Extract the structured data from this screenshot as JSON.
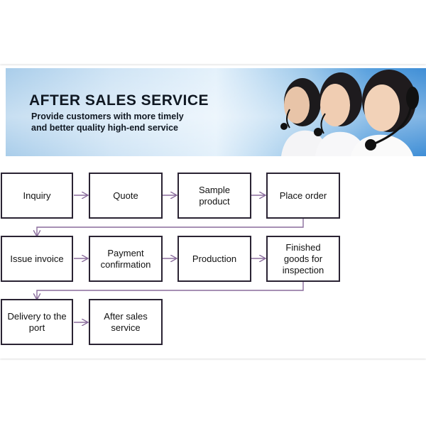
{
  "banner": {
    "title": "AFTER SALES SERVICE",
    "subtitle_line1": "Provide customers with more timely",
    "subtitle_line2": "and better quality high-end service"
  },
  "flow": {
    "steps": [
      "Inquiry",
      "Quote",
      "Sample product",
      "Place order",
      "Issue invoice",
      "Payment confirmation",
      "Production",
      "Finished goods for inspection",
      "Delivery to the port",
      "After sales service"
    ]
  },
  "colors": {
    "box_border": "#2a2333",
    "arrow": "#8a6c9c",
    "banner_blue": "#3f8ed6"
  }
}
